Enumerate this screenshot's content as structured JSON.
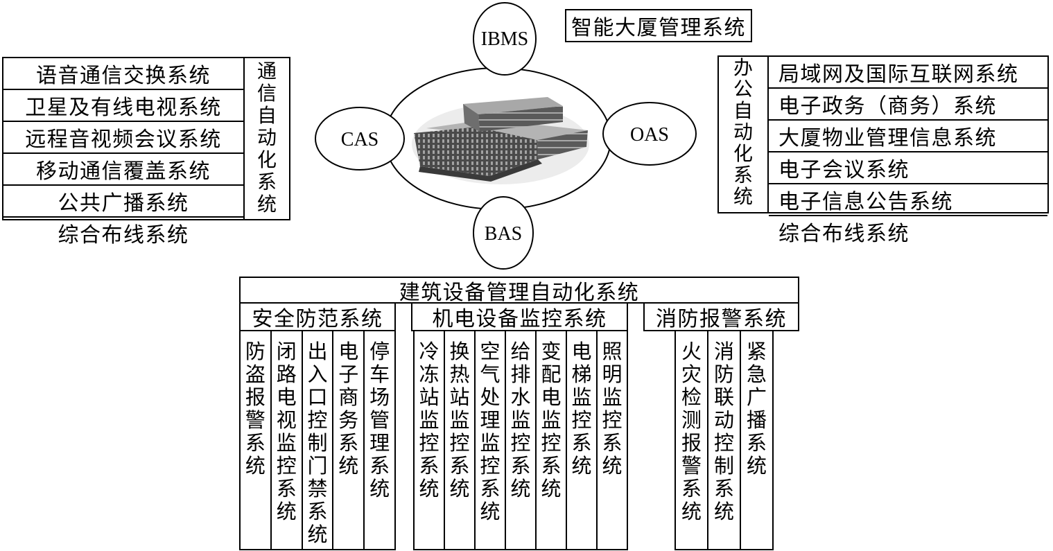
{
  "title": "智能大厦管理系统",
  "nodes": {
    "ibms": "IBMS",
    "cas": "CAS",
    "oas": "OAS",
    "bas": "BAS"
  },
  "cas_panel": {
    "heading": "通信自动化系统",
    "items": [
      "语音通信交换系统",
      "卫星及有线电视系统",
      "远程音视频会议系统",
      "移动通信覆盖系统",
      "公共广播系统",
      "综合布线系统"
    ]
  },
  "oas_panel": {
    "heading": "办公自动化系统",
    "items": [
      "局域网及国际互联网系统",
      "电子政务（商务）系统",
      "大厦物业管理信息系统",
      "电子会议系统",
      "电子信息公告系统",
      "综合布线系统"
    ]
  },
  "bas_panel": {
    "heading": "建筑设备管理自动化系统",
    "groups": [
      {
        "label": "安全防范系统",
        "items": [
          "防盗报警系统",
          "闭路电视监控系统",
          "出入口控制门禁系统",
          "电子商务系统",
          "停车场管理系统"
        ]
      },
      {
        "label": "机电设备监控系统",
        "items": [
          "冷冻站监控系统",
          "换热站监控系统",
          "空气处理监控系统",
          "给排水监控系统",
          "变配电监控系统",
          "电梯监控系统",
          "照明监控系统"
        ]
      },
      {
        "label": "消防报警系统",
        "items": [
          "火灾检测报警系统",
          "消防联动控制系统",
          "紧急广播系统"
        ]
      }
    ]
  }
}
